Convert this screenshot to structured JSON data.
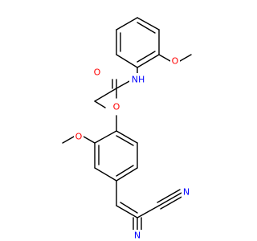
{
  "colors": {
    "bond": "#000000",
    "oxygen": "#ff0000",
    "nitrogen": "#0000ff",
    "nitrile_nitrogen": "#0000ff"
  },
  "atoms": {
    "amide_o": "O",
    "amide_nh": "NH",
    "methoxy_o_top": "O",
    "ether_o": "O",
    "methoxy_o_mid": "O",
    "nitrile_n_right": "N",
    "nitrile_n_bottom": "N"
  }
}
